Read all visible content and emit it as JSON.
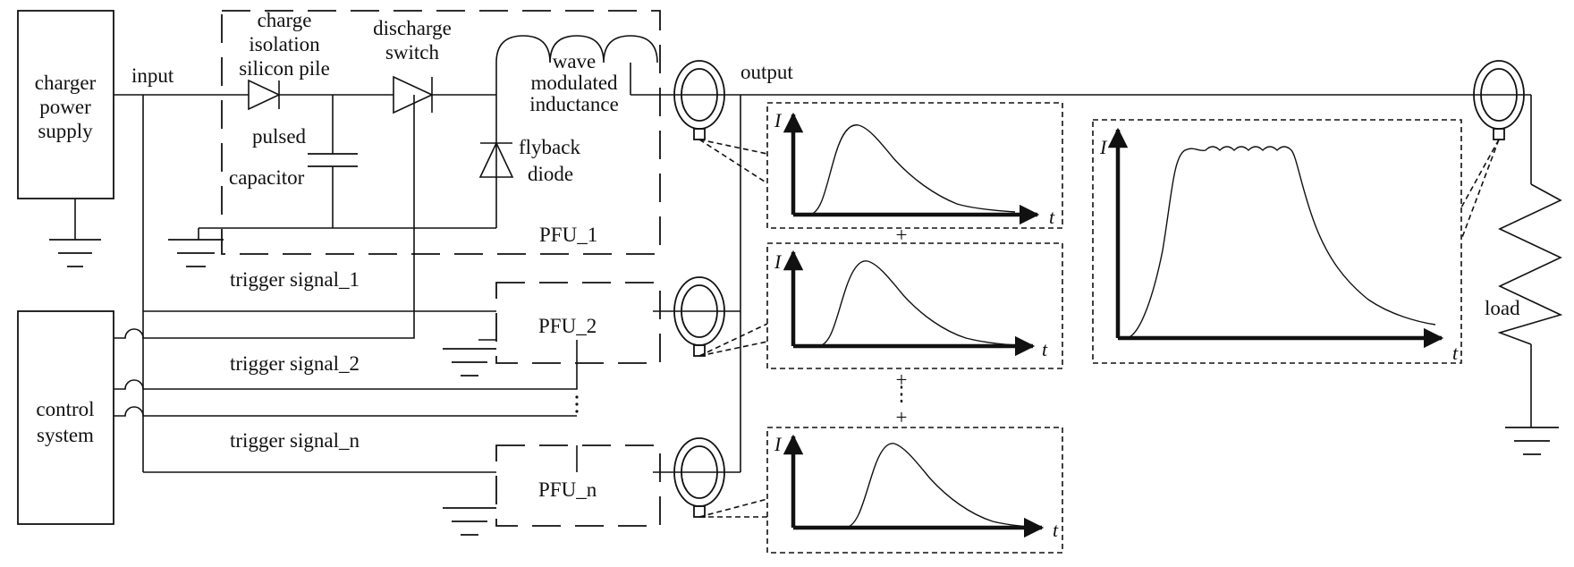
{
  "blocks": {
    "charger": [
      "charger",
      "power",
      "supply"
    ],
    "control": [
      "control",
      "system"
    ]
  },
  "labels": {
    "input": "input",
    "output": "output",
    "charge_isolation": [
      "charge",
      "isolation",
      "silicon pile"
    ],
    "discharge_switch": [
      "discharge",
      "switch"
    ],
    "wave_inductance": [
      "wave",
      "modulated",
      "inductance"
    ],
    "pulsed_capacitor": [
      "pulsed",
      "capacitor"
    ],
    "flyback_diode": [
      "flyback",
      "diode"
    ],
    "load": "load"
  },
  "pfu": {
    "pfu1": "PFU_1",
    "pfu2": "PFU_2",
    "pfun": "PFU_n"
  },
  "triggers": {
    "t1": "trigger signal_1",
    "t2": "trigger signal_2",
    "tn": "trigger signal_n"
  },
  "plots": {
    "y_label": "I",
    "x_label": "t",
    "plus": "+",
    "ellipsis": "⋮"
  },
  "chart_data": [
    {
      "type": "line",
      "xlabel": "t",
      "ylabel": "I",
      "shape": "single pulse",
      "panel": "PFU_1 output current"
    },
    {
      "type": "line",
      "xlabel": "t",
      "ylabel": "I",
      "shape": "single pulse",
      "panel": "PFU_2 output current"
    },
    {
      "type": "line",
      "xlabel": "t",
      "ylabel": "I",
      "shape": "single pulse",
      "panel": "PFU_n output current"
    },
    {
      "type": "line",
      "xlabel": "t",
      "ylabel": "I",
      "shape": "flat-top pulse with ripple",
      "panel": "load current (sum)"
    }
  ]
}
